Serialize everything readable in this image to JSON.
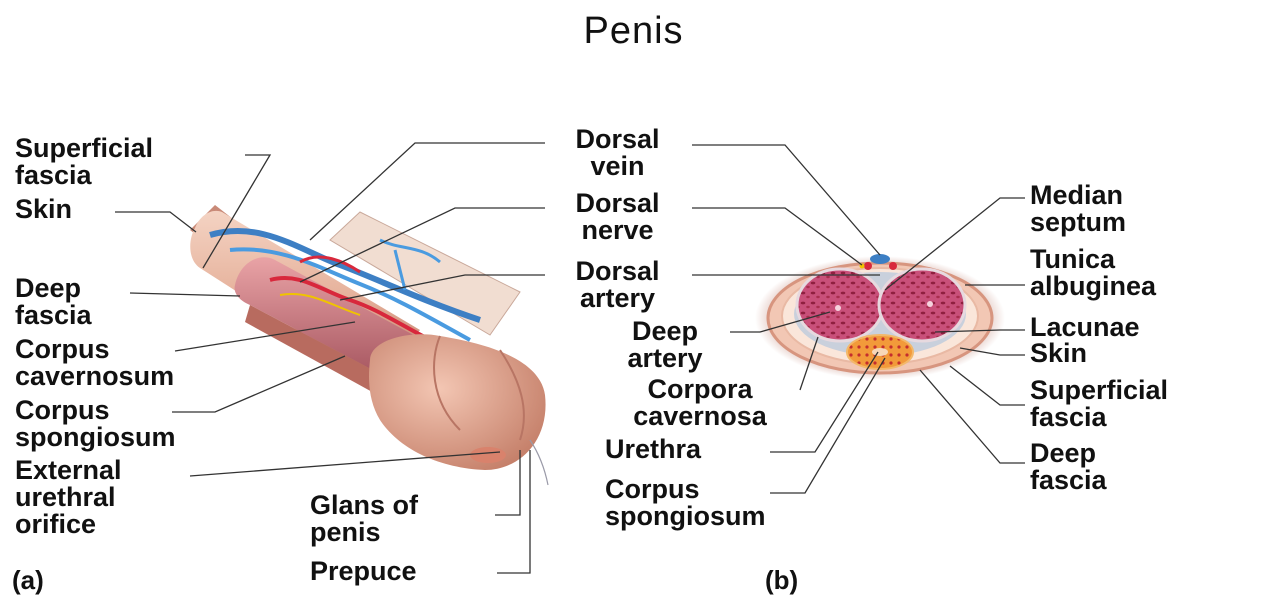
{
  "title": "Penis",
  "panels": {
    "a": "(a)",
    "b": "(b)"
  },
  "labels_a": {
    "superficial_fascia": "Superficial\nfascia",
    "skin": "Skin",
    "deep_fascia": "Deep\nfascia",
    "corpus_cavernosum": "Corpus\ncavernosum",
    "corpus_spongiosum": "Corpus\nspongiosum",
    "external_urethral_orifice": "External\nurethral\norifice",
    "glans_of_penis": "Glans of\npenis",
    "prepuce": "Prepuce"
  },
  "labels_center": {
    "dorsal_vein": "Dorsal\nvein",
    "dorsal_nerve": "Dorsal\nnerve",
    "dorsal_artery": "Dorsal\nartery"
  },
  "labels_b": {
    "deep_artery": "Deep\nartery",
    "corpora_cavernosa": "Corpora\ncavernosa",
    "urethra": "Urethra",
    "corpus_spongiosum": "Corpus\nspongiosum",
    "median_septum": "Median\nseptum",
    "tunica_albuginea": "Tunica\nalbuginea",
    "lacunae": "Lacunae",
    "skin": "Skin",
    "superficial_fascia": "Superficial\nfascia",
    "deep_fascia": "Deep\nfascia"
  },
  "colors": {
    "skin": "#e8b7a4",
    "tissue": "#c9506a",
    "vein": "#3d7fc4",
    "artery": "#d8283c",
    "spongiosum": "#e8803a"
  }
}
